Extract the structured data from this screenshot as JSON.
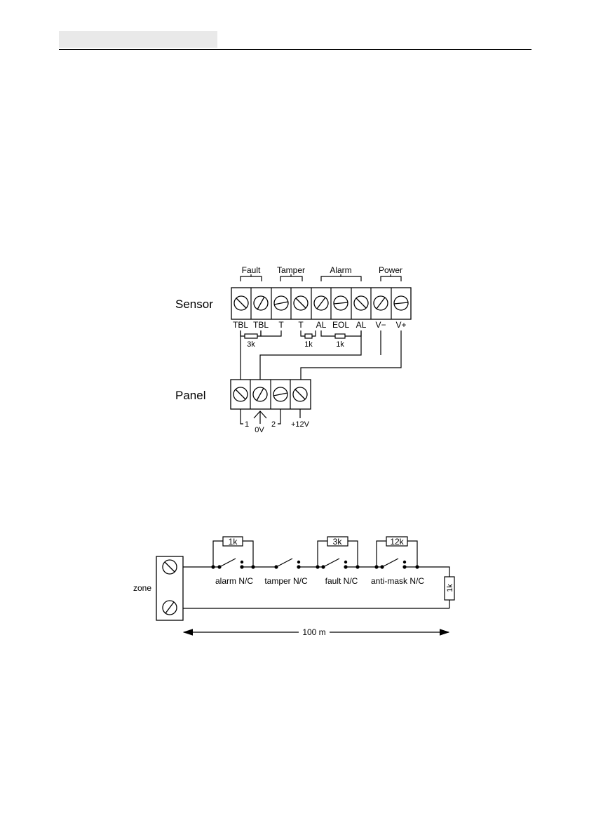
{
  "header": {
    "tab_text": ""
  },
  "wiring_diagram": {
    "sensor_label": "Sensor",
    "panel_label": "Panel",
    "groups": {
      "fault": "Fault",
      "tamper": "Tamper",
      "alarm": "Alarm",
      "power": "Power"
    },
    "sensor_terminals": [
      "TBL",
      "TBL",
      "T",
      "T",
      "AL",
      "EOL",
      "AL",
      "V−",
      "V+"
    ],
    "sensor_resistors": {
      "fault": "3k",
      "tamper": "1k",
      "alarm": "1k"
    },
    "panel_terminals": {
      "t1": "1",
      "t0v": "0V",
      "t2": "2",
      "t12v": "+12V"
    }
  },
  "zone_diagram": {
    "zone_label": "zone",
    "resistors": {
      "alarm": "1k",
      "fault": "3k",
      "antimask": "12k",
      "eol": "1k"
    },
    "contacts": {
      "alarm": "alarm N/C",
      "tamper": "tamper N/C",
      "fault": "fault N/C",
      "antimask": "anti-mask N/C"
    },
    "distance": "100 m"
  }
}
